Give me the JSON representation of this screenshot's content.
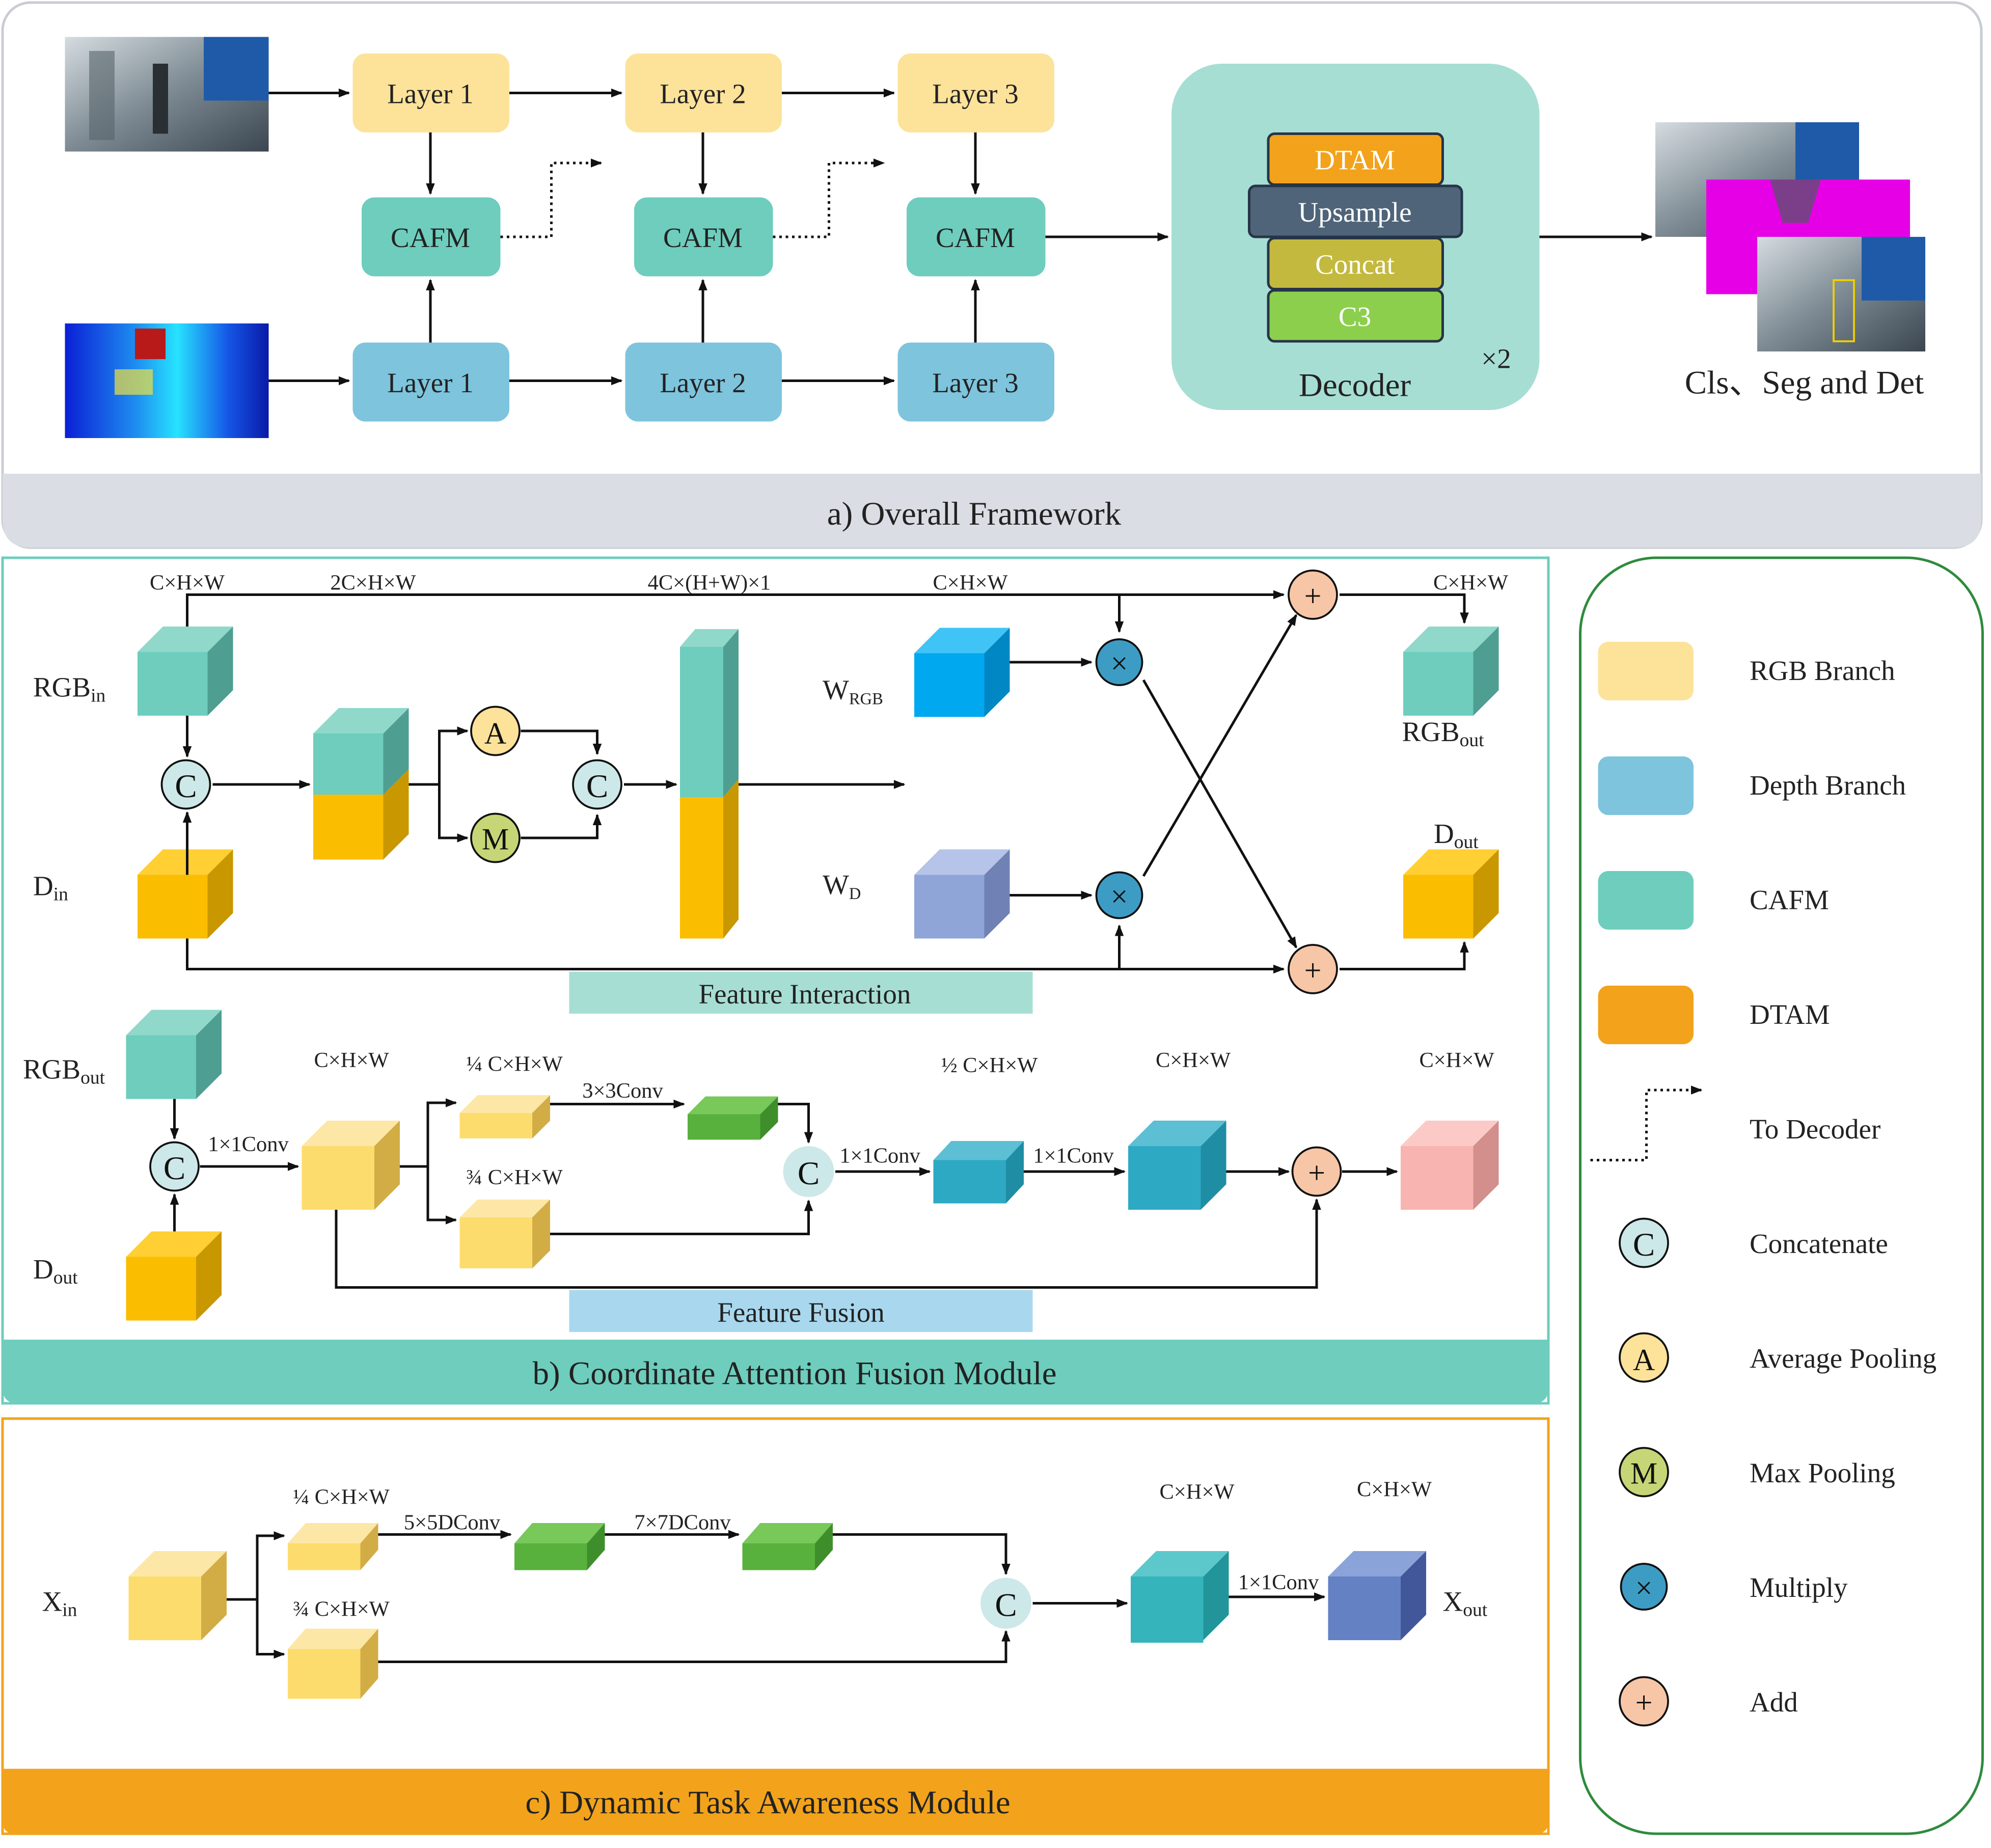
{
  "overall": {
    "rgb_layers": [
      "Layer 1",
      "Layer 2",
      "Layer 3"
    ],
    "depth_layers": [
      "Layer 1",
      "Layer 2",
      "Layer 3"
    ],
    "cafm_labels": [
      "CAFM",
      "CAFM",
      "CAFM"
    ],
    "decoder": {
      "blocks": [
        "DTAM",
        "Upsample",
        "Concat",
        "C3"
      ],
      "repeat": "×2",
      "label": "Decoder"
    },
    "output_label": "Cls、Seg and Det",
    "caption": "a) Overall Framework"
  },
  "cafm": {
    "dims": {
      "d1": "C×H×W",
      "d2": "2C×H×W",
      "d3": "4C×(H+W)×1",
      "d4": "C×H×W",
      "d5": "C×H×W"
    },
    "rgb_in": {
      "main": "RGB",
      "sub": "in"
    },
    "d_in": {
      "main": "D",
      "sub": "in"
    },
    "w_rgb": {
      "main": "W",
      "sub": "RGB"
    },
    "w_d": {
      "main": "W",
      "sub": "D"
    },
    "rgb_out": {
      "main": "RGB",
      "sub": "out"
    },
    "d_out": {
      "main": "D",
      "sub": "out"
    },
    "interaction_label": "Feature Interaction",
    "fusion": {
      "rgb_out": {
        "main": "RGB",
        "sub": "out"
      },
      "d_out": {
        "main": "D",
        "sub": "out"
      },
      "dim_a": "C×H×W",
      "dim_quarter": "¼ C×H×W",
      "dim_three_quarter": "¾ C×H×W",
      "dim_half": "½ C×H×W",
      "dim_b": "C×H×W",
      "dim_c": "C×H×W",
      "conv_1x1_a": "1×1Conv",
      "conv_3x3": "3×3Conv",
      "conv_1x1_b": "1×1Conv",
      "conv_1x1_c": "1×1Conv"
    },
    "fusion_label": "Feature Fusion",
    "caption": "b) Coordinate Attention Fusion Module"
  },
  "dtam": {
    "x_in": {
      "main": "X",
      "sub": "in"
    },
    "x_out": {
      "main": "X",
      "sub": "out"
    },
    "dim_quarter": "¼ C×H×W",
    "dim_three_quarter": "¾ C×H×W",
    "conv_5x5": "5×5DConv",
    "conv_7x7": "7×7DConv",
    "dim_a": "C×H×W",
    "dim_b": "C×H×W",
    "conv_1x1": "1×1Conv",
    "caption": "c) Dynamic Task Awareness Module"
  },
  "symbols": {
    "concat": "C",
    "avg": "A",
    "max": "M",
    "mul": "×",
    "add": "+"
  },
  "legend": [
    {
      "label": "RGB Branch",
      "color": "#fde29a"
    },
    {
      "label": "Depth Branch",
      "color": "#7ec4dd"
    },
    {
      "label": "CAFM",
      "color": "#6ecdbd"
    },
    {
      "label": "DTAM",
      "color": "#f2a31b"
    },
    {
      "label": "To Decoder"
    },
    {
      "label": "Concatenate"
    },
    {
      "label": "Average Pooling"
    },
    {
      "label": "Max Pooling"
    },
    {
      "label": "Multiply"
    },
    {
      "label": "Add"
    }
  ],
  "colors": {
    "rgb_layer": "#fde29a",
    "depth_layer": "#7ec4dd",
    "cafm": "#6ecdbd",
    "dtam": "#f2a31b",
    "upsample": "#4f6479",
    "concat": "#c3b93e",
    "c3": "#8ccf4d",
    "decoder_bg": "#a7ded4",
    "seg_mask": "#e600e6"
  }
}
